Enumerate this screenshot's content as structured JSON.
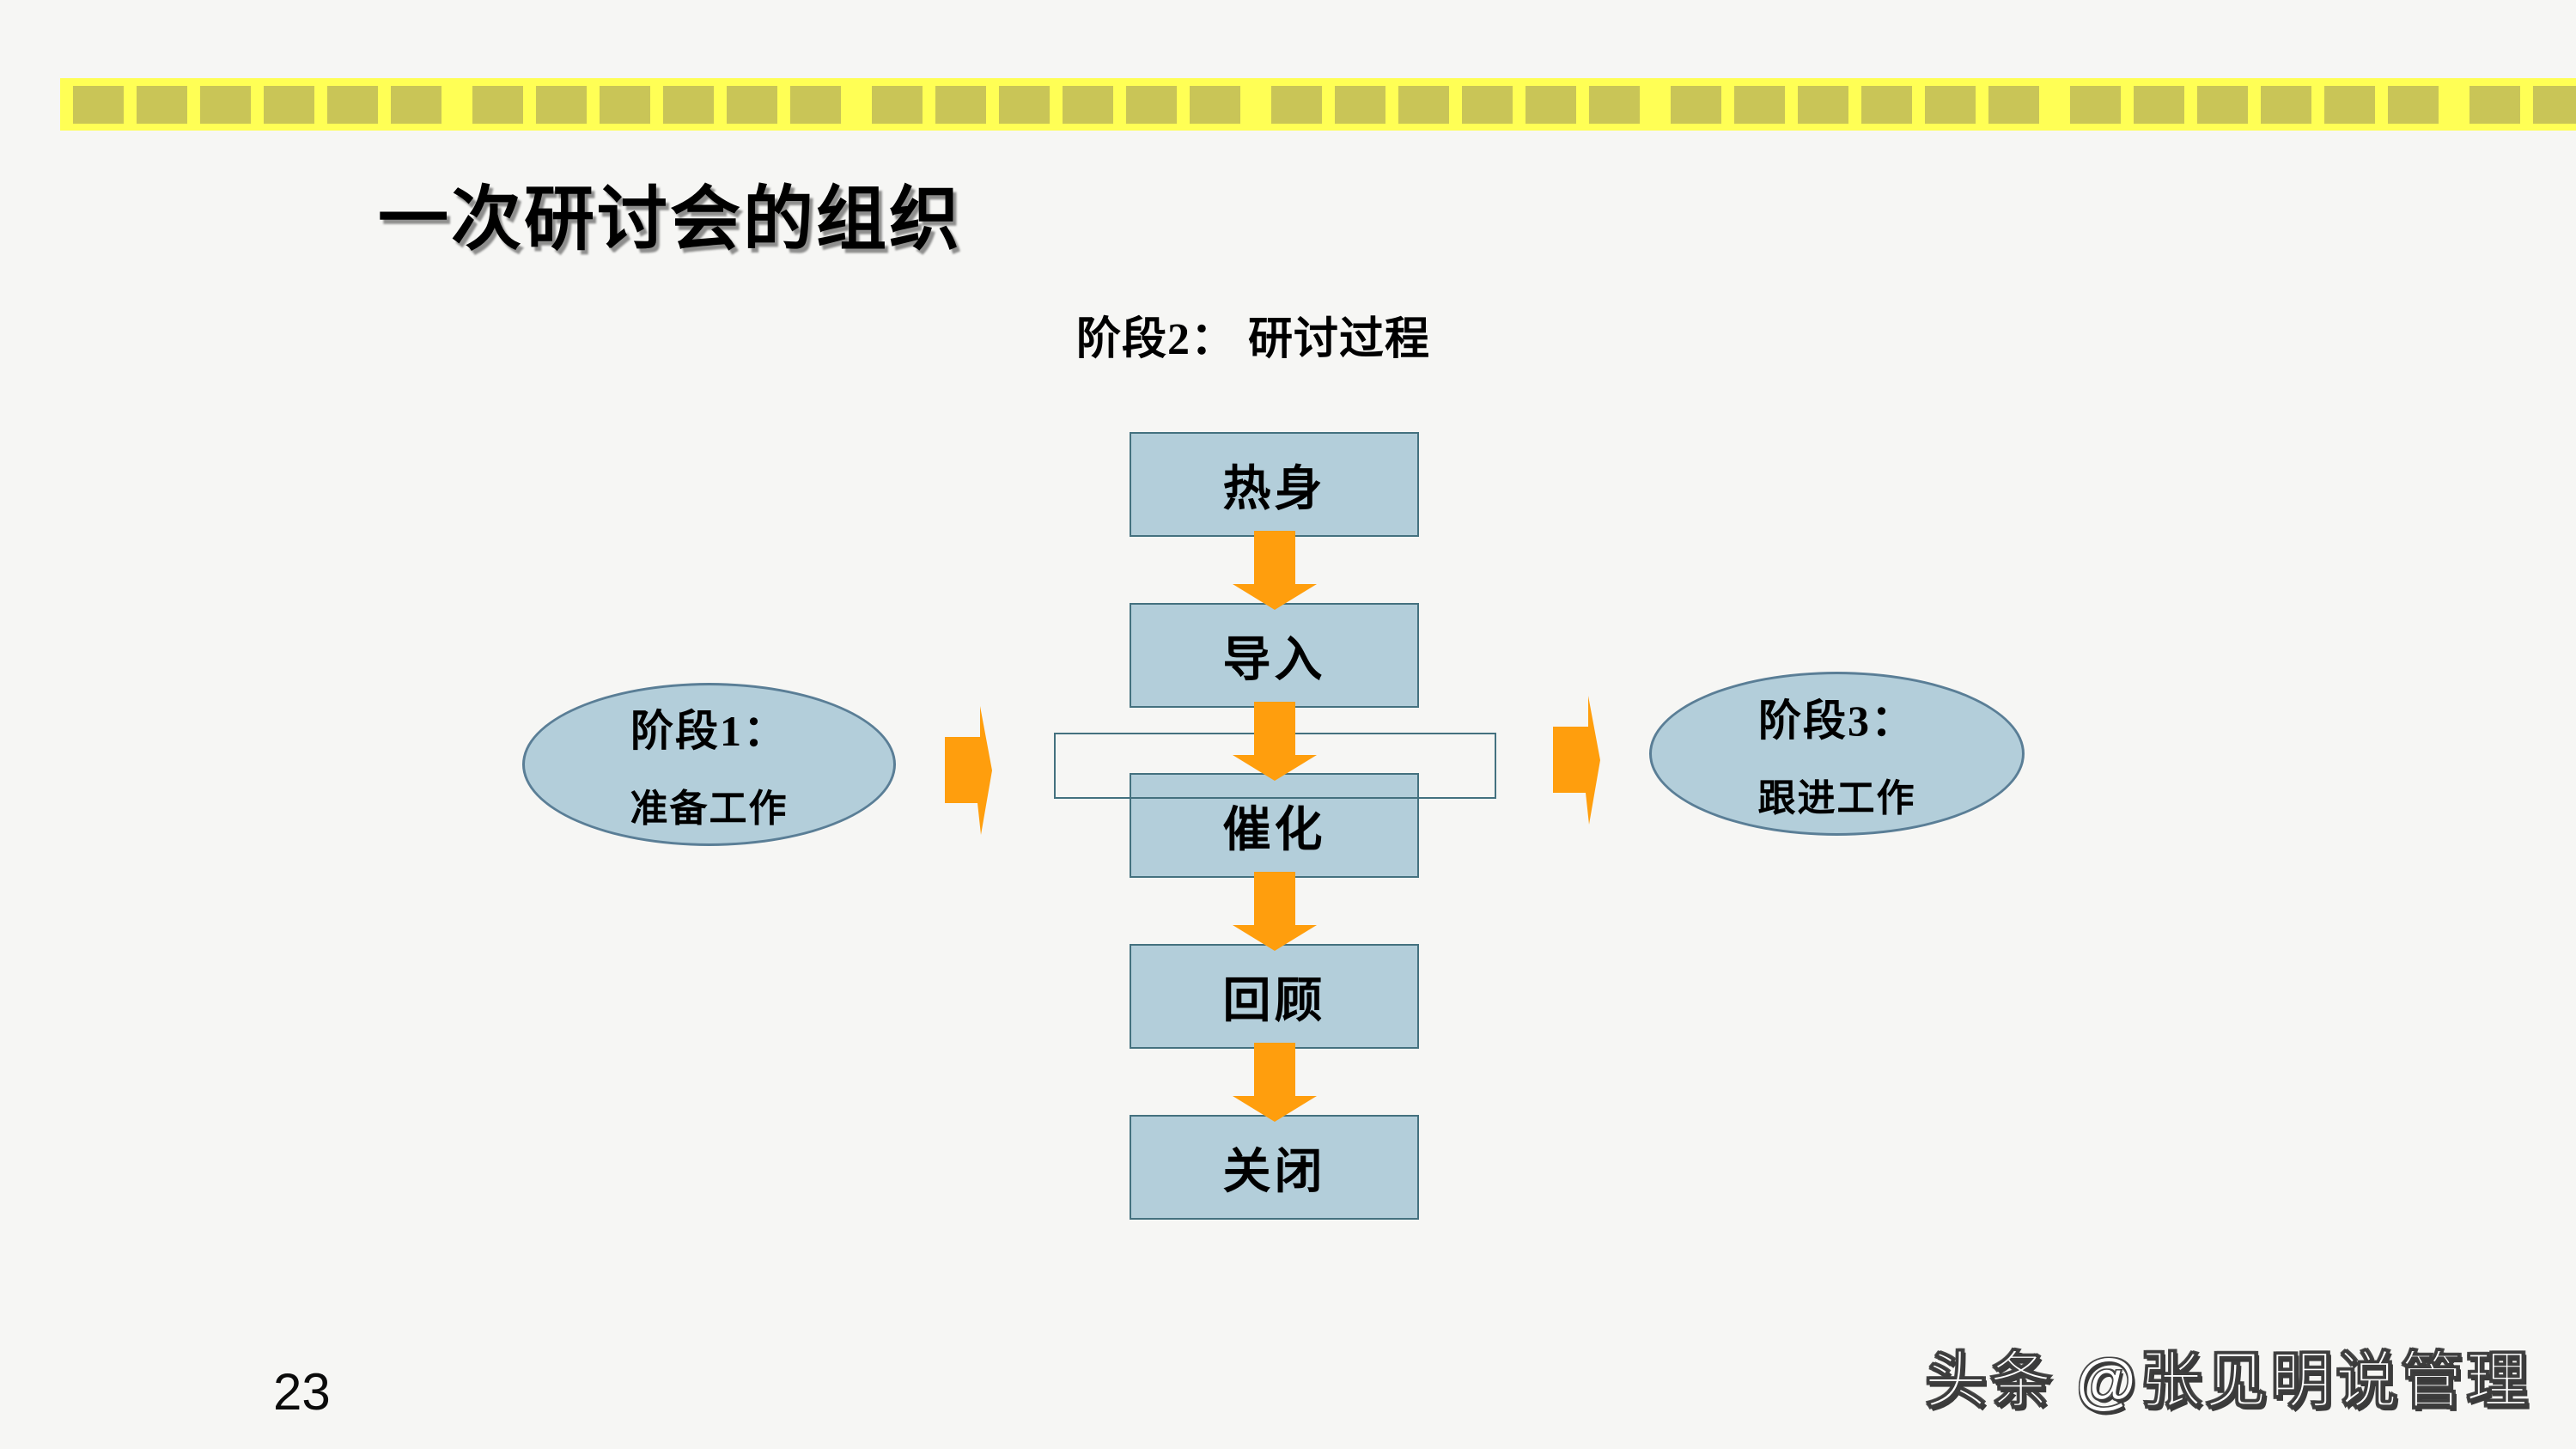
{
  "slide": {
    "title": "一次研讨会的组织",
    "page_number": "23",
    "watermark": "头条 @张见明说管理",
    "background_color": "#f6f6f4"
  },
  "banner": {
    "band_color": "#ffff55",
    "square_color": "#c9c557"
  },
  "stage2": {
    "heading": "阶段2： 研讨过程",
    "steps": [
      "热身",
      "导入",
      "催化",
      "回顾",
      "关闭"
    ]
  },
  "stage1": {
    "title": "阶段1：",
    "subtitle": "准备工作"
  },
  "stage3": {
    "title": "阶段3：",
    "subtitle": "跟进工作"
  },
  "colors": {
    "shape_fill": "#b3ceda",
    "shape_border": "#44717f",
    "ellipse_border": "#5a7e96",
    "arrow_orange": "#ff9e0d"
  }
}
